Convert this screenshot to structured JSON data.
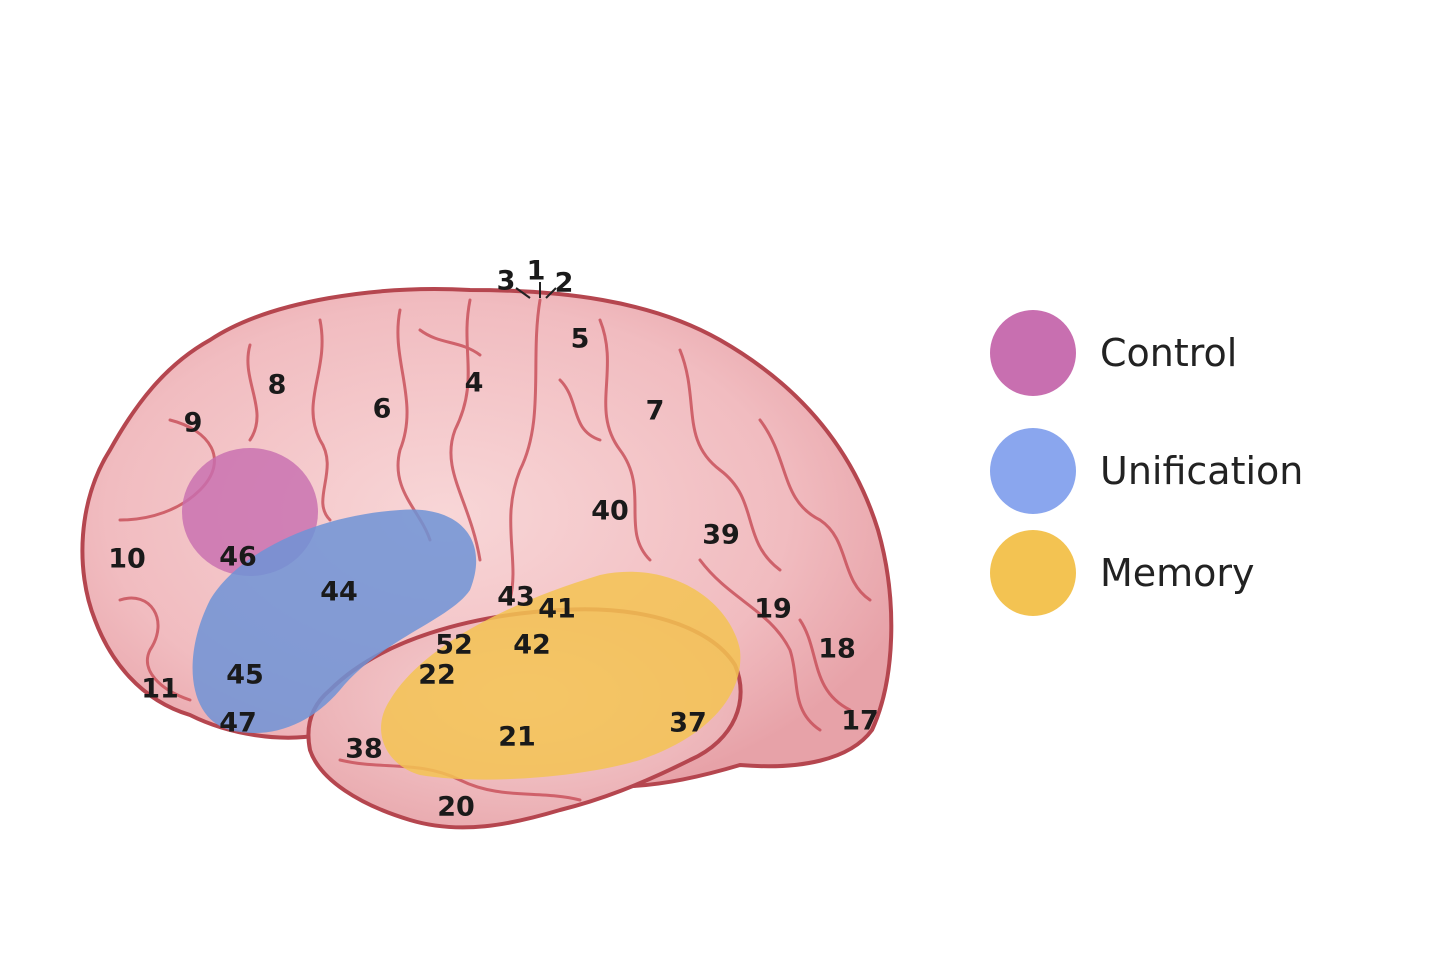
{
  "diagram": {
    "colors": {
      "brain_fill": "#f2c0c3",
      "vessel": "#c9525c",
      "control": "#c86fb0",
      "unification": "#6f93d6",
      "memory": "#f3c352"
    },
    "area_labels": [
      "3",
      "1",
      "2",
      "5",
      "8",
      "4",
      "6",
      "9",
      "7",
      "40",
      "39",
      "10",
      "46",
      "44",
      "43",
      "41",
      "19",
      "52",
      "42",
      "18",
      "22",
      "11",
      "45",
      "37",
      "17",
      "47",
      "21",
      "38",
      "20"
    ]
  },
  "legend": {
    "items": [
      {
        "label": "Control",
        "color": "#c86fb0"
      },
      {
        "label": "Unification",
        "color": "#8aa6ee"
      },
      {
        "label": "Memory",
        "color": "#f3c352"
      }
    ]
  }
}
